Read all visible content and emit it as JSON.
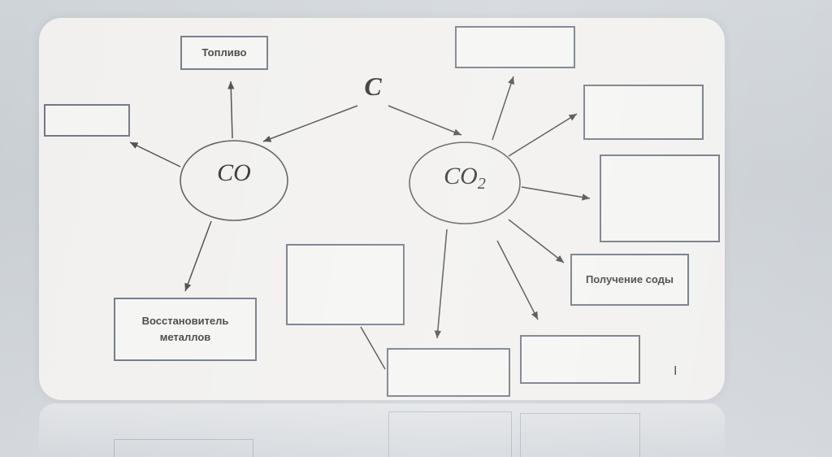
{
  "diagram": {
    "center_element": "C",
    "node_co": "CO",
    "node_co2_main": "CO",
    "node_co2_sub": "2",
    "co_boxes": {
      "top": "Топливо",
      "left": "",
      "bottom": "Восстановитель металлов"
    },
    "co2_boxes": {
      "top": "",
      "upper_right": "",
      "right": "",
      "lower_right": "Получение соды",
      "bottom_right": "",
      "bottom_center": "",
      "middle_left": ""
    },
    "stray_mark": "I"
  }
}
